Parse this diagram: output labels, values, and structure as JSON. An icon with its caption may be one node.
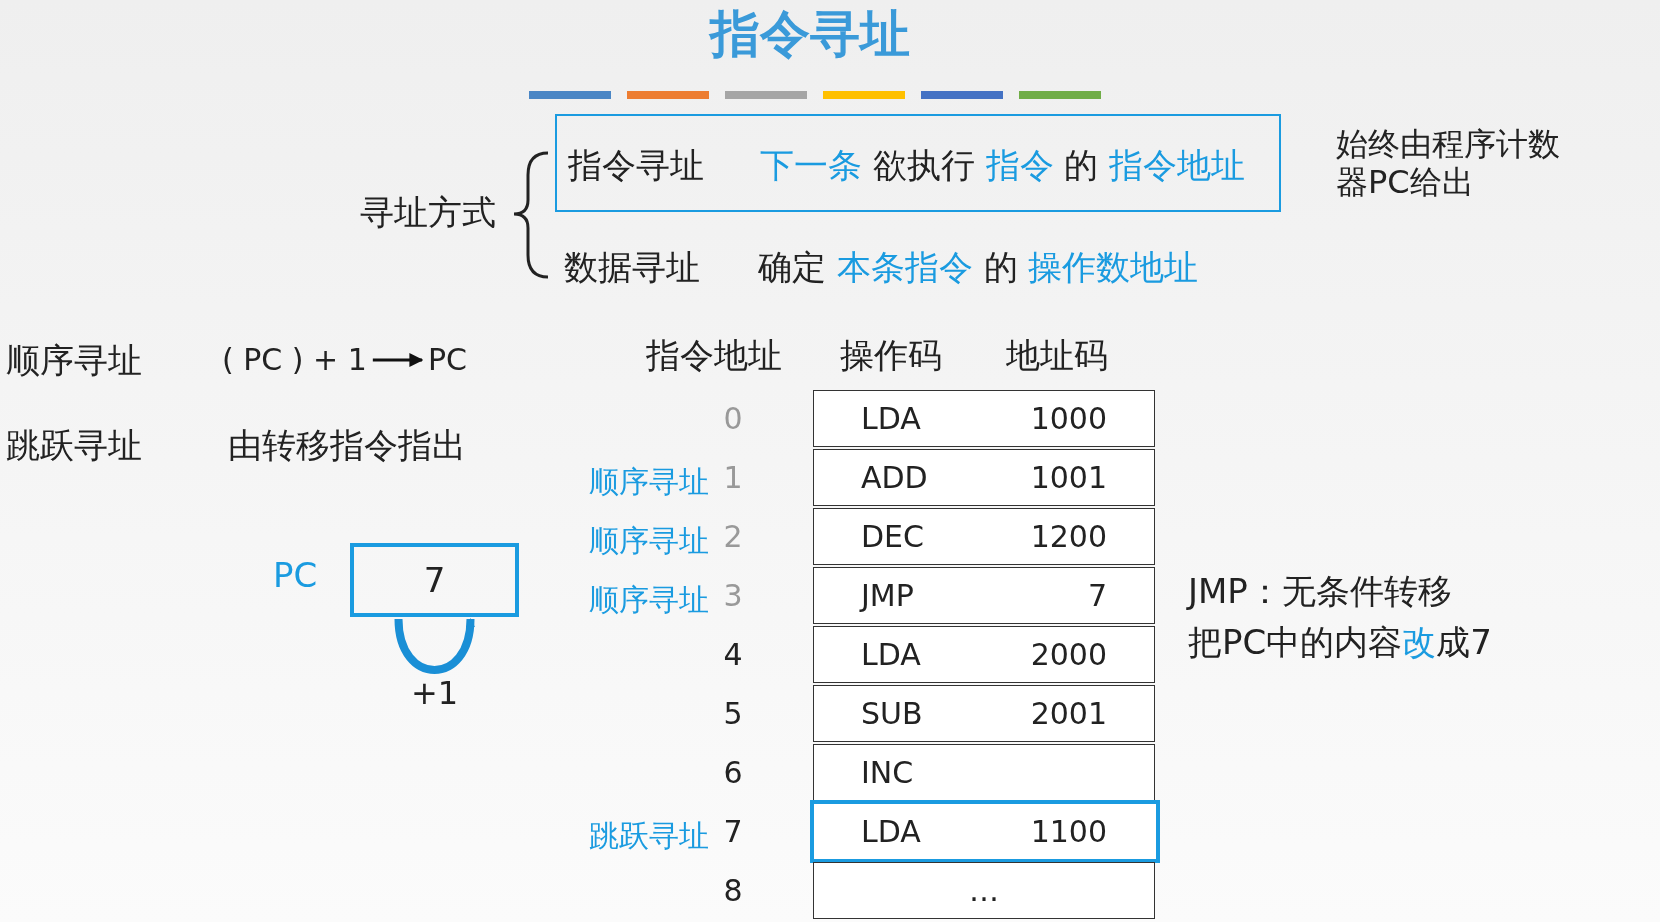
{
  "diagram": {
    "title": "指令寻址",
    "nodes": [
      {
        "text": [
          "指令寻址",
          "**下一条** 欲执行 **指令** 的 **指令地址**"
        ],
        "beside": [
          "始终由程序计数器PC给出"
        ]
      },
      {
        "text": [
          "( PC ) + 1"
        ]
      },
      {
        "text": [
          "PC"
        ]
      },
      {
        "text": [
          "7"
        ],
        "beside": [
          "PC"
        ]
      }
    ],
    "edges": [
      {
        "from": 1,
        "to": 2,
        "arrow": "to"
      },
      {
        "from": 3,
        "to": 3,
        "arrow": "to",
        "label": "+1",
        "style": "thick",
        "color": "#1a8fd6"
      }
    ],
    "labels": [
      "寻址方式",
      "数据寻址",
      "确定 **本条指令** 的 **操作数地址**",
      "顺序寻址",
      "跳跃寻址",
      "由转移指令指出",
      "指令地址",
      "操作码",
      "地址码",
      "0",
      "LDA",
      "1000",
      "顺序寻址",
      "1",
      "ADD",
      "1001",
      "顺序寻址",
      "2",
      "DEC",
      "1200",
      "顺序寻址",
      "3",
      "JMP",
      "7",
      "4",
      "LDA",
      "2000",
      "5",
      "SUB",
      "2001",
      "6",
      "INC",
      "跳跃寻址",
      "7",
      "LDA",
      "1100",
      "8",
      "…",
      "JMP：无条件转移",
      "把PC中的内容**改**成7"
    ]
  }
}
